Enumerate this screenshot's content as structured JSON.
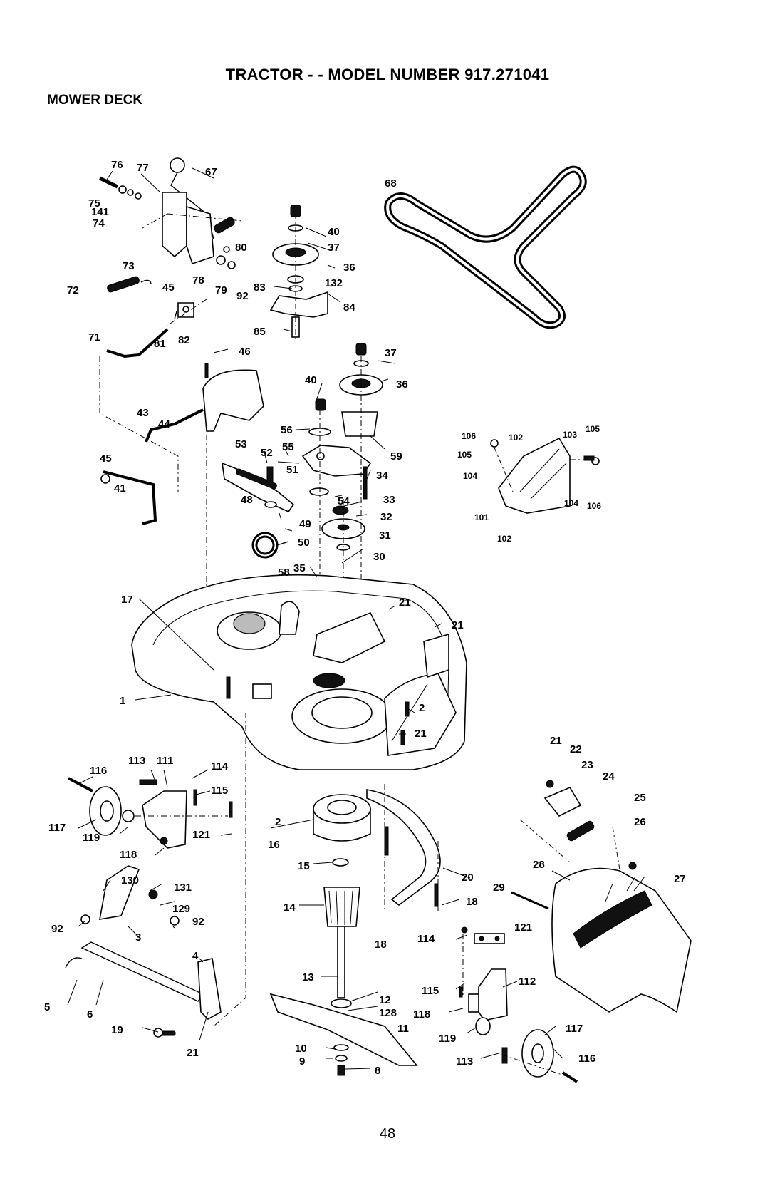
{
  "title": "TRACTOR - - MODEL NUMBER 917.271041",
  "subtitle": "MOWER DECK",
  "page_number": "48",
  "callouts": [
    {
      "id": "c76",
      "text": "76"
    },
    {
      "id": "c77",
      "text": "77"
    },
    {
      "id": "c67",
      "text": "67"
    },
    {
      "id": "c75",
      "text": "75"
    },
    {
      "id": "c141",
      "text": "141"
    },
    {
      "id": "c74",
      "text": "74"
    },
    {
      "id": "c73",
      "text": "73"
    },
    {
      "id": "c80",
      "text": "80"
    },
    {
      "id": "c78",
      "text": "78"
    },
    {
      "id": "c79",
      "text": "79"
    },
    {
      "id": "c92a",
      "text": "92"
    },
    {
      "id": "c72",
      "text": "72"
    },
    {
      "id": "c45a",
      "text": "45"
    },
    {
      "id": "c81",
      "text": "81"
    },
    {
      "id": "c82",
      "text": "82"
    },
    {
      "id": "c71",
      "text": "71"
    },
    {
      "id": "c40a",
      "text": "40"
    },
    {
      "id": "c37a",
      "text": "37"
    },
    {
      "id": "c36a",
      "text": "36"
    },
    {
      "id": "c83",
      "text": "83"
    },
    {
      "id": "c132",
      "text": "132"
    },
    {
      "id": "c84",
      "text": "84"
    },
    {
      "id": "c85",
      "text": "85"
    },
    {
      "id": "c68",
      "text": "68"
    },
    {
      "id": "c46",
      "text": "46"
    },
    {
      "id": "c37b",
      "text": "37"
    },
    {
      "id": "c40b",
      "text": "40"
    },
    {
      "id": "c36b",
      "text": "36"
    },
    {
      "id": "c43",
      "text": "43"
    },
    {
      "id": "c44",
      "text": "44"
    },
    {
      "id": "c56",
      "text": "56"
    },
    {
      "id": "c59",
      "text": "59"
    },
    {
      "id": "c53",
      "text": "53"
    },
    {
      "id": "c52",
      "text": "52"
    },
    {
      "id": "c55",
      "text": "55"
    },
    {
      "id": "c51",
      "text": "51"
    },
    {
      "id": "c34",
      "text": "34"
    },
    {
      "id": "c45b",
      "text": "45"
    },
    {
      "id": "c41",
      "text": "41"
    },
    {
      "id": "c48",
      "text": "48"
    },
    {
      "id": "c54",
      "text": "54"
    },
    {
      "id": "c33",
      "text": "33"
    },
    {
      "id": "c49",
      "text": "49"
    },
    {
      "id": "c32",
      "text": "32"
    },
    {
      "id": "c50",
      "text": "50"
    },
    {
      "id": "c31",
      "text": "31"
    },
    {
      "id": "c58",
      "text": "58"
    },
    {
      "id": "c35",
      "text": "35"
    },
    {
      "id": "c30",
      "text": "30"
    },
    {
      "id": "c17",
      "text": "17"
    },
    {
      "id": "c21a",
      "text": "21"
    },
    {
      "id": "c21b",
      "text": "21"
    },
    {
      "id": "c106a",
      "text": "106"
    },
    {
      "id": "c102a",
      "text": "102"
    },
    {
      "id": "c103",
      "text": "103"
    },
    {
      "id": "c105a",
      "text": "105"
    },
    {
      "id": "c105b",
      "text": "105"
    },
    {
      "id": "c104a",
      "text": "104"
    },
    {
      "id": "c104b",
      "text": "104"
    },
    {
      "id": "c106b",
      "text": "106"
    },
    {
      "id": "c101",
      "text": "101"
    },
    {
      "id": "c102b",
      "text": "102"
    },
    {
      "id": "c1",
      "text": "1"
    },
    {
      "id": "c2a",
      "text": "2"
    },
    {
      "id": "c21c",
      "text": "21"
    },
    {
      "id": "c21d",
      "text": "21"
    },
    {
      "id": "c22",
      "text": "22"
    },
    {
      "id": "c23",
      "text": "23"
    },
    {
      "id": "c24",
      "text": "24"
    },
    {
      "id": "c25",
      "text": "25"
    },
    {
      "id": "c26",
      "text": "26"
    },
    {
      "id": "c113a",
      "text": "113"
    },
    {
      "id": "c111",
      "text": "111"
    },
    {
      "id": "c116a",
      "text": "116"
    },
    {
      "id": "c114a",
      "text": "114"
    },
    {
      "id": "c115a",
      "text": "115"
    },
    {
      "id": "c117a",
      "text": "117"
    },
    {
      "id": "c119a",
      "text": "119"
    },
    {
      "id": "c121a",
      "text": "121"
    },
    {
      "id": "c2b",
      "text": "2"
    },
    {
      "id": "c16",
      "text": "16"
    },
    {
      "id": "c118a",
      "text": "118"
    },
    {
      "id": "c15",
      "text": "15"
    },
    {
      "id": "c20",
      "text": "20"
    },
    {
      "id": "c28",
      "text": "28"
    },
    {
      "id": "c27",
      "text": "27"
    },
    {
      "id": "c29",
      "text": "29"
    },
    {
      "id": "c130",
      "text": "130"
    },
    {
      "id": "c131",
      "text": "131"
    },
    {
      "id": "c129",
      "text": "129"
    },
    {
      "id": "c14",
      "text": "14"
    },
    {
      "id": "c18a",
      "text": "18"
    },
    {
      "id": "c92b",
      "text": "92"
    },
    {
      "id": "c92c",
      "text": "92"
    },
    {
      "id": "c3",
      "text": "3"
    },
    {
      "id": "c18b",
      "text": "18"
    },
    {
      "id": "c114b",
      "text": "114"
    },
    {
      "id": "c121b",
      "text": "121"
    },
    {
      "id": "c4",
      "text": "4"
    },
    {
      "id": "c13",
      "text": "13"
    },
    {
      "id": "c112",
      "text": "112"
    },
    {
      "id": "c5",
      "text": "5"
    },
    {
      "id": "c6",
      "text": "6"
    },
    {
      "id": "c115b",
      "text": "115"
    },
    {
      "id": "c12",
      "text": "12"
    },
    {
      "id": "c128",
      "text": "128"
    },
    {
      "id": "c118b",
      "text": "118"
    },
    {
      "id": "c11",
      "text": "11"
    },
    {
      "id": "c19",
      "text": "19"
    },
    {
      "id": "c119b",
      "text": "119"
    },
    {
      "id": "c117b",
      "text": "117"
    },
    {
      "id": "c21e",
      "text": "21"
    },
    {
      "id": "c10",
      "text": "10"
    },
    {
      "id": "c9",
      "text": "9"
    },
    {
      "id": "c8",
      "text": "8"
    },
    {
      "id": "c113b",
      "text": "113"
    },
    {
      "id": "c116b",
      "text": "116"
    }
  ]
}
